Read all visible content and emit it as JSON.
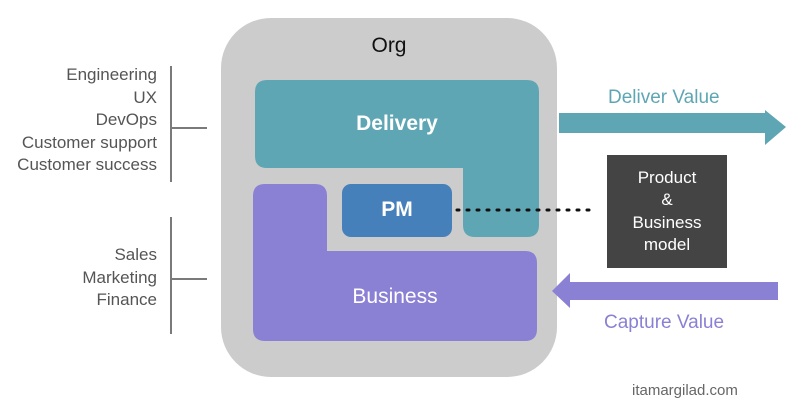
{
  "org": {
    "title": "Org"
  },
  "delivery_group": {
    "items": [
      "Engineering",
      "UX",
      "DevOps",
      "Customer support",
      "Customer success"
    ]
  },
  "business_group": {
    "items": [
      "Sales",
      "Marketing",
      "Finance"
    ]
  },
  "boxes": {
    "delivery": {
      "label": "Delivery",
      "color": "#5fa6b4"
    },
    "business": {
      "label": "Business",
      "color": "#8a80d4"
    },
    "pm": {
      "label": "PM",
      "color": "#4680ba"
    }
  },
  "product_box": {
    "lines": [
      "Product",
      "&",
      "Business",
      "model"
    ],
    "color": "#444444"
  },
  "arrows": {
    "deliver": {
      "label": "Deliver Value",
      "color": "#5fa6b4",
      "direction": "right"
    },
    "capture": {
      "label": "Capture Value",
      "color": "#8a80d4",
      "direction": "left"
    }
  },
  "credit": "itamargilad.com"
}
